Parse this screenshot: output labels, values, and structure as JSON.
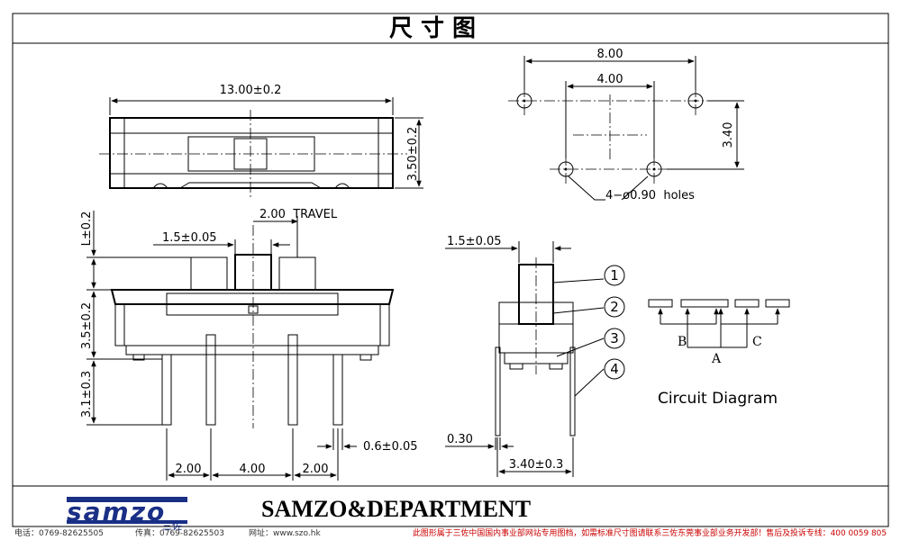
{
  "header": {
    "title": "尺 寸 图"
  },
  "top_view": {
    "length": "13.00±0.2",
    "height": "3.50±0.2"
  },
  "footprint": {
    "spacing_outer": "8.00",
    "spacing_inner": "4.00",
    "row_pitch": "3.40",
    "holes": "4−ø0.90  holes"
  },
  "front_view": {
    "travel": "2.00  TRAVEL",
    "actuator_width": "1.5±0.05",
    "actuator_height": "L±0.2",
    "body_height": "3.5±0.2",
    "pin_length": "3.1±0.3",
    "pin_width": "0.6±0.05",
    "pitch_left": "2.00",
    "pitch_mid": "4.00",
    "pitch_right": "2.00"
  },
  "side_view": {
    "actuator_width": "1.5±0.05",
    "pin_thickness": "0.30",
    "width": "3.40±0.3",
    "callouts": [
      "1",
      "2",
      "3",
      "4"
    ]
  },
  "circuit": {
    "title": "Circuit Diagram",
    "label_b": "B",
    "label_c": "C",
    "label_a": "A"
  },
  "footer": {
    "brand": "SAMZO&DEPARTMENT",
    "logo_text": "samzo",
    "logo_cn": "三佐",
    "phone": "电话：0769-82625505",
    "fax": "传真：0769-82625503",
    "website": "网址：www.szo.hk",
    "notice": "此图形属于三佐中国国内事业部网站专用图档，如需标准尺寸图请联系三佐东莞事业部业务开发部！售后及投诉专线：400 0059 805"
  }
}
